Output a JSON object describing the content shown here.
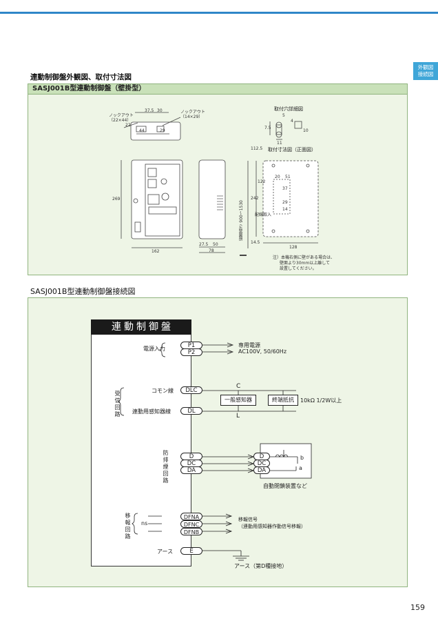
{
  "side_tab": {
    "line1": "外観図",
    "line2": "接続図"
  },
  "section1": {
    "heading": "連動制御盤外観図、取付寸法図",
    "bar_title": "SASJ001B型連動制御盤（壁掛型）",
    "knockout_left_line1": "ノックアウト",
    "knockout_left_line2": "（22×44）",
    "knockout_right_line1": "ノックアウト",
    "knockout_right_line2": "（14×29）",
    "dim_37_5": "37.5",
    "dim_30": "30",
    "dim_22": "22",
    "dim_44": "44",
    "dim_29": "29",
    "dim_269": "269",
    "dim_162": "162",
    "dim_27_5": "27.5",
    "dim_50": "50",
    "dim_78": "78",
    "hole_title": "取付穴詳細図",
    "hole_dims": [
      "5",
      "4",
      "7.5",
      "11",
      "10"
    ],
    "mount_title": "取付寸法図（正面図）",
    "dim_112_5": "112.5",
    "dim_122": "122",
    "dim_242": "242",
    "dim_20": "20",
    "dim_51": "51",
    "dim_37": "37",
    "dim_29b": "29",
    "dim_14": "14",
    "dim_14_5": "14.5",
    "dim_128": "128",
    "install_height": "設置高さ 900〜1530",
    "wiring_label": "配線取入",
    "note_lines": [
      "注）本機右側に壁がある場合は、",
      "壁面より30mm以上離して",
      "設置してください。"
    ]
  },
  "section2": {
    "heading": "SASJ001B型連動制御盤接続図",
    "panel_title": "連動制御盤",
    "power_label": "電源入力",
    "p1": "P1",
    "p2": "P2",
    "power_dest_line1": "専用電源",
    "power_dest_line2": "AC100V, 50/60Hz",
    "recv_group": "受信回路",
    "common_label": "コモン線",
    "dlc": "DLC",
    "c_label": "C",
    "detector": "一般感知器",
    "terminator": "終端抵抗",
    "resistor_spec": "10kΩ  1/2W以上",
    "linked_label": "連動用感知器線",
    "dl": "DL",
    "l_label": "L",
    "smoke_group": "防排煙回路",
    "d": "D",
    "dc": "DC",
    "da": "DA",
    "b_label": "b",
    "a_label": "a",
    "closer": "自動閉鎖装置など",
    "transfer_group": "移報回路",
    "ns": "ns",
    "dfna": "DFNA",
    "dfnc": "DFNC",
    "dfnb": "DFNB",
    "transfer_dest_line1": "移報信号",
    "transfer_dest_line2": "（連動用感知器作動信号移報）",
    "earth_label": "アース",
    "e": "E",
    "earth_dest": "アース（第D種接地）"
  },
  "page_number": "159"
}
